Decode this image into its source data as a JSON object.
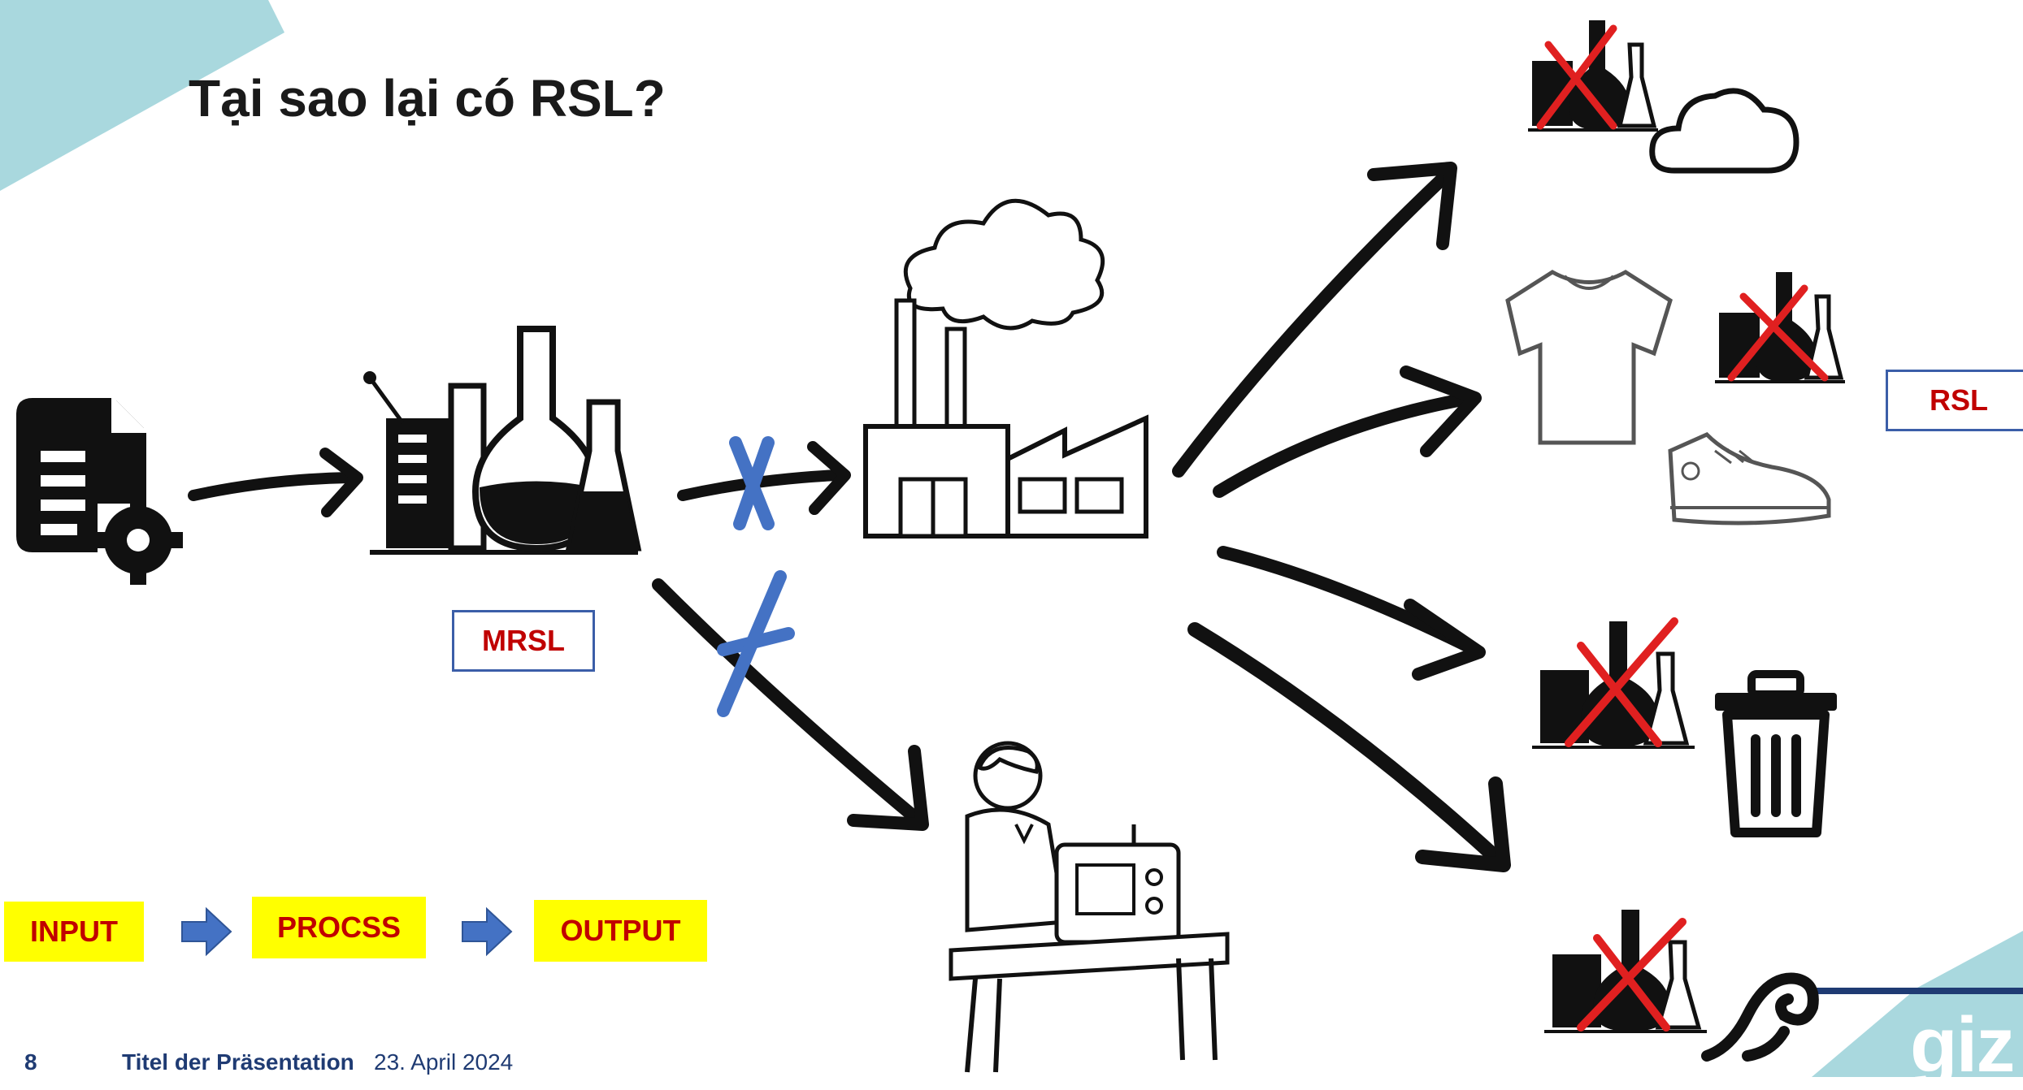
{
  "slide": {
    "title": "Tại sao lại có RSL?",
    "labels": {
      "mrsl": "MRSL",
      "rsl": "RSL"
    },
    "flow": {
      "input": "INPUT",
      "process": "PROCSS",
      "output": "OUTPUT"
    }
  },
  "footer": {
    "page_number": "8",
    "presentation_title": "Titel der Präsentation",
    "date": "23. April 2024"
  },
  "logo": {
    "text": "giz"
  },
  "colors": {
    "accent_teal": "#a9d8de",
    "cross_blue": "#4472c4",
    "cross_red": "#e02020",
    "label_red": "#c00000",
    "highlight_yellow": "#ffff00",
    "footer_navy": "#1f3b73"
  },
  "icons": [
    "document-gear-icon",
    "lab-flasks-icon",
    "factory-icon",
    "sewing-worker-icon",
    "crossed-chemicals-icon",
    "cloud-icon",
    "tshirt-icon",
    "sneaker-icon",
    "trash-can-icon",
    "water-wave-icon",
    "arrow-right-icon",
    "blue-cross-icon"
  ]
}
